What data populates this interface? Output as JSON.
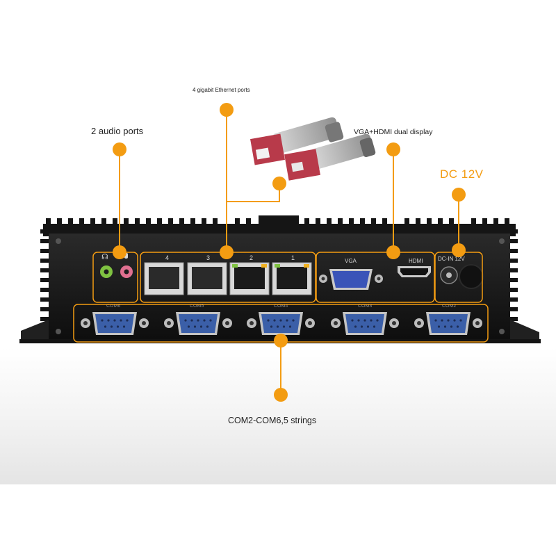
{
  "labels": {
    "audio": "2 audio ports",
    "ethernet": "4 gigabit Ethernet ports",
    "display": "VGA+HDMI dual display",
    "power": "DC 12V",
    "serial": "COM2-COM6,5 strings"
  },
  "panel": {
    "lan_labels": [
      "4",
      "3",
      "2",
      "1"
    ],
    "vga_label": "VGA",
    "hdmi_label": "HDMI",
    "dc_label": "DC-IN 12V",
    "com_labels": [
      "COM6",
      "COM5",
      "COM4",
      "COM3",
      "COM2"
    ]
  },
  "colors": {
    "accent": "#f39c12",
    "chassis": "#1a1a1a",
    "serial_port": "#3b5fa8",
    "vga_port": "#3a54b8",
    "audio_headphone": "#7fc241",
    "audio_mic": "#e07090"
  }
}
